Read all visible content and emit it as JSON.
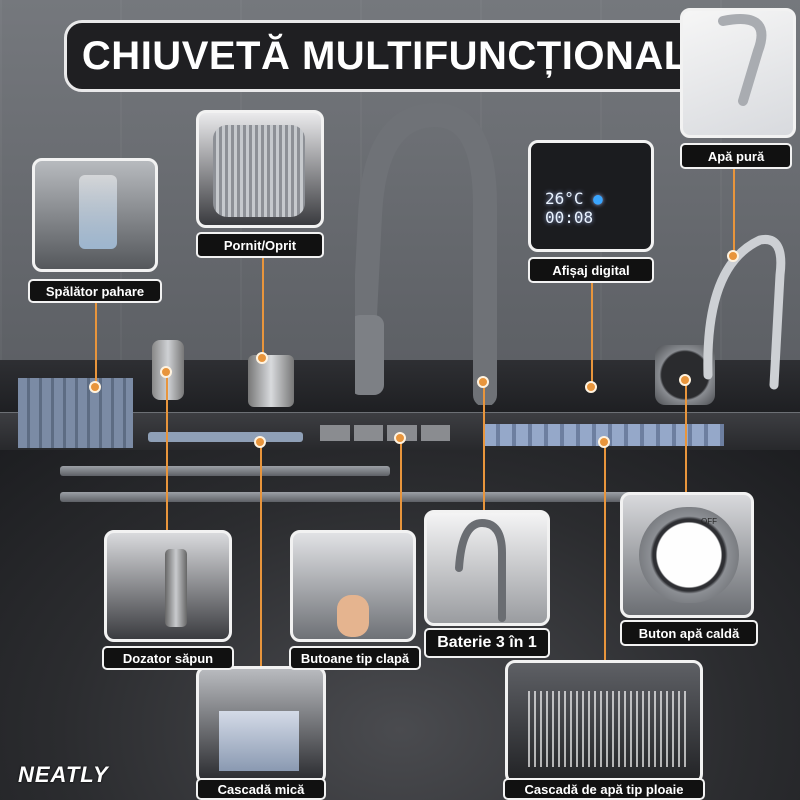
{
  "title": "CHIUVETĂ MULTIFUNCȚIONALĂ",
  "brand_logo": "NEATLY",
  "accent_color": "#e8953c",
  "display": {
    "temperature": "26°C",
    "time": "00:08",
    "knob_text": "OFF"
  },
  "callouts": [
    {
      "id": "pure-water",
      "label": "Apă pură"
    },
    {
      "id": "on-off",
      "label": "Pornit/Oprit"
    },
    {
      "id": "digital-display",
      "label": "Afișaj digital"
    },
    {
      "id": "glass-washer",
      "label": "Spălător pahare"
    },
    {
      "id": "soap-dispenser",
      "label": "Dozator săpun"
    },
    {
      "id": "clap-buttons",
      "label": "Butoane tip clapă"
    },
    {
      "id": "faucet-3in1",
      "label": "Baterie 3 în 1"
    },
    {
      "id": "hot-water-button",
      "label": "Buton apă caldă"
    },
    {
      "id": "small-cascade",
      "label": "Cascadă mică"
    },
    {
      "id": "rain-cascade",
      "label": "Cascadă de apă tip ploaie"
    }
  ]
}
